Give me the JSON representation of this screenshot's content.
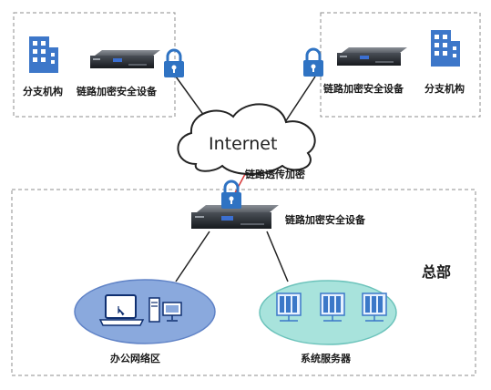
{
  "branch_left": {
    "org_label": "分支机构",
    "device_label": "链路加密安全设备"
  },
  "branch_right": {
    "org_label": "分支机构",
    "device_label": "链路加密安全设备"
  },
  "cloud_label": "Internet",
  "transparent_link_label": "链路透传加密",
  "hq": {
    "title": "总部",
    "device_label": "链路加密安全设备",
    "office_label": "办公网络区",
    "servers_label": "系统服务器"
  },
  "colors": {
    "building_blue": "#3d77c9",
    "lock_blue": "#2f73c3",
    "office_fill": "#8aa9dd",
    "servers_fill": "#a8e3dc",
    "link_red": "#d63a3a"
  }
}
